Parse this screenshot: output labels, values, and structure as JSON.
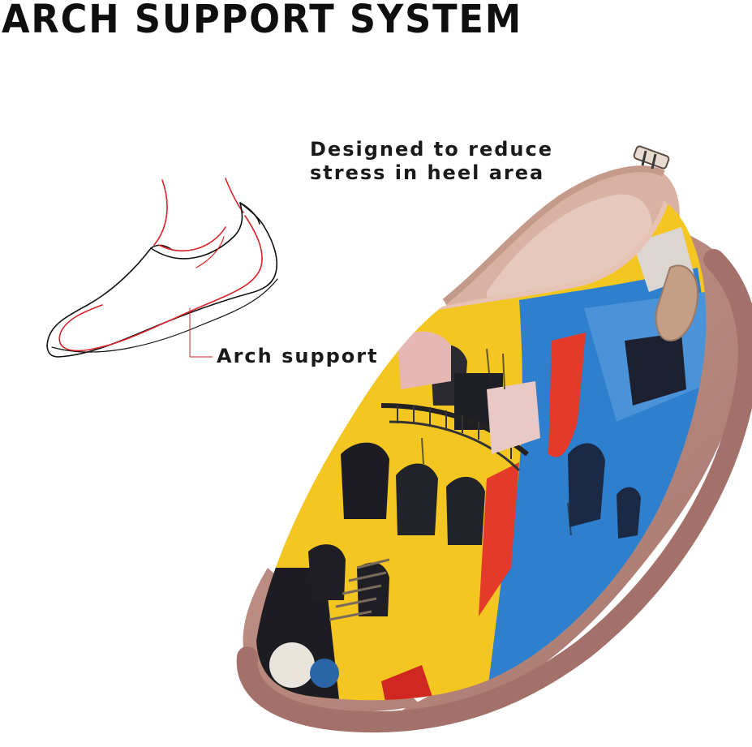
{
  "title": "ARCH SUPPORT SYSTEM",
  "callouts": {
    "heel_line1": "Designed to reduce",
    "heel_line2": "stress in heel area",
    "arch": "Arch support"
  },
  "colors": {
    "text": "#0f0f0f",
    "outline_red": "#d8242a",
    "sole": "#b9867e",
    "lining": "#d8b3a4",
    "paint_yellow": "#f3c621",
    "paint_blue": "#2f7fcf",
    "paint_red": "#e33a2a",
    "paint_dark": "#1c1c22"
  },
  "illustrations": [
    "shoe-outline-sketch",
    "painted-slip-on-shoe"
  ]
}
